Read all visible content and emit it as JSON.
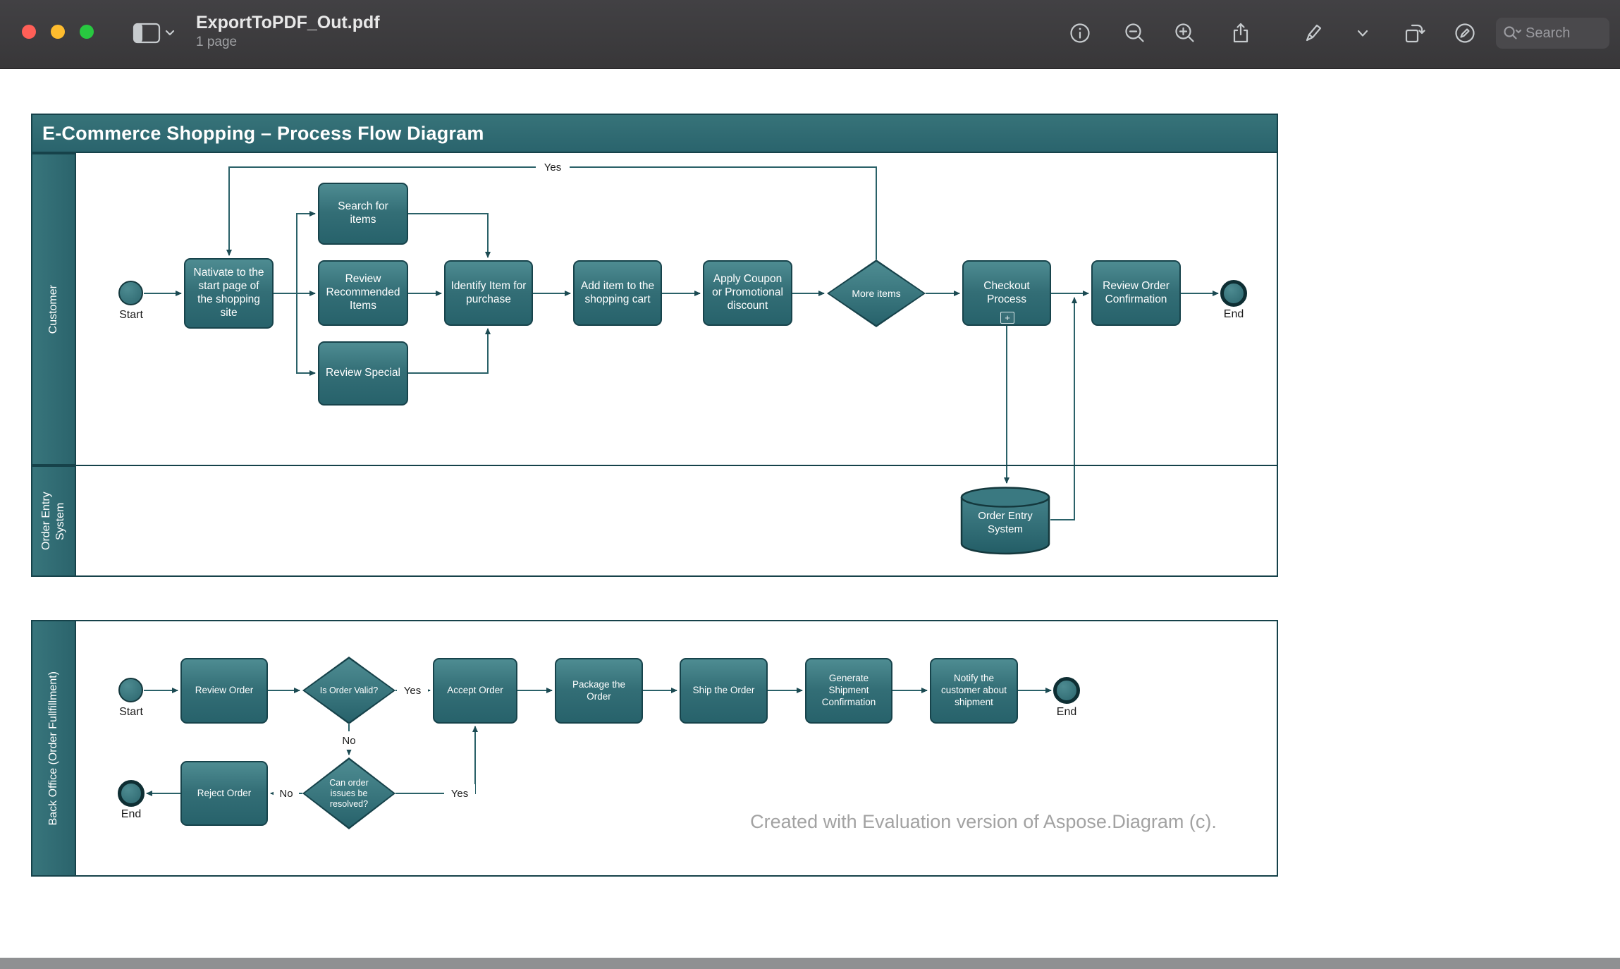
{
  "window": {
    "title": "ExportToPDF_Out.pdf",
    "subtitle": "1 page",
    "search_placeholder": "Search"
  },
  "icons": {
    "subprocess_plus": "+"
  },
  "colors": {
    "toolbar_bg": "#3b3a3c",
    "accent_teal": "#336e76",
    "node_border": "#17434b",
    "wire": "#2a6168",
    "traffic_red": "#ff5f57",
    "traffic_yellow": "#febc2e",
    "traffic_green": "#28c840"
  },
  "diagram": {
    "title": "E-Commerce Shopping – Process Flow Diagram",
    "watermark": "Created with Evaluation version of Aspose.Diagram (c).",
    "lanes": {
      "customer": "Customer",
      "order_entry": "Order Entry System",
      "back_office": "Back Office (Order Fullfillment)"
    },
    "labels": {
      "start": "Start",
      "end": "End",
      "yes": "Yes",
      "no": "No",
      "navigate": "Nativate to the start page of the shopping site",
      "search_items": "Search for items",
      "review_recommended": "Review Recommended Items",
      "review_special": "Review Special",
      "identify": "Identify Item for purchase",
      "add_item": "Add item to the shopping cart",
      "apply_coupon": "Apply Coupon or Promotional discount",
      "more_items": "More items",
      "checkout": "Checkout Process",
      "review_confirmation": "Review Order Confirmation",
      "datastore": "Order Entry System",
      "review_order": "Review Order",
      "is_valid": "Is Order Valid?",
      "accept": "Accept Order",
      "package": "Package the Order",
      "ship": "Ship the Order",
      "generate": "Generate Shipment Confirmation",
      "notify": "Notify the customer about shipment",
      "reject": "Reject Order",
      "can_resolve": "Can order issues be resolved?"
    }
  }
}
